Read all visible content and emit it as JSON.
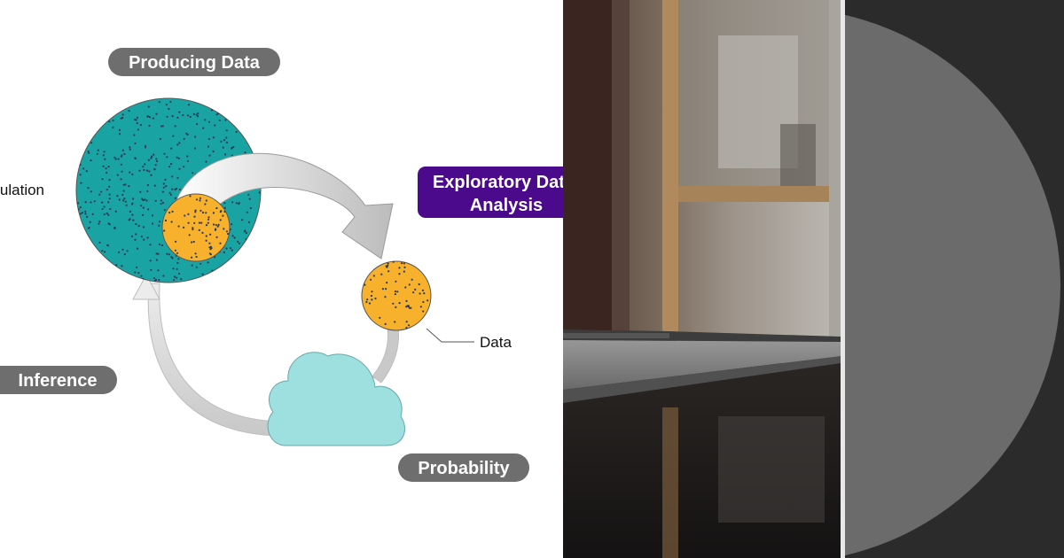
{
  "diagram": {
    "labels": {
      "producing_data": "Producing Data",
      "eda_line1": "Exploratory Data",
      "eda_line2": "Analysis",
      "inference": "Inference",
      "probability": "Probability",
      "population": "Population",
      "data": "Data"
    },
    "colors": {
      "population_fill": "#1aa3a3",
      "sample_fill": "#f7b12c",
      "dot": "#2a3a55",
      "pill_gray": "#6e6e6e",
      "eda_purple": "#4b0a8c",
      "cloud_fill": "#9edfe0",
      "arrow_fill": "#d9d9d9"
    },
    "icons": [
      "cloud-icon",
      "curved-arrow-icon"
    ]
  },
  "photo": {
    "subject": "laptop-on-desk-photo"
  },
  "graphic": {
    "shape": "half-circle",
    "colors": {
      "background": "#2b2b2b",
      "circle": "#6b6b6b"
    }
  }
}
